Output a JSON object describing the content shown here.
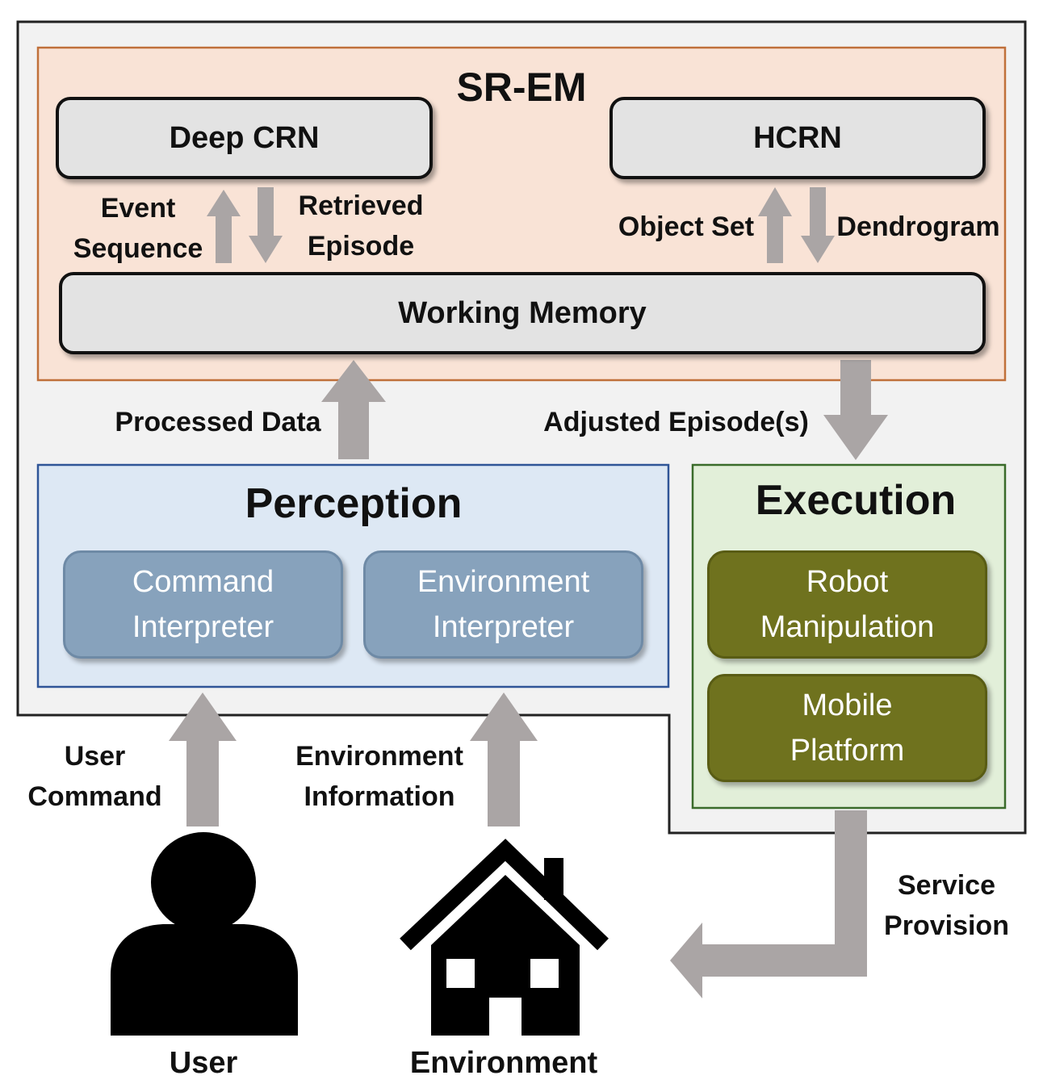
{
  "srem": {
    "title": "SR-EM",
    "deep_crn": "Deep CRN",
    "hcrn": "HCRN",
    "working_memory": "Working Memory",
    "event_sequence": [
      "Event",
      "Sequence"
    ],
    "retrieved_episode": [
      "Retrieved",
      "Episode"
    ],
    "object_set": "Object Set",
    "dendrogram": "Dendrogram"
  },
  "flows": {
    "processed_data": "Processed Data",
    "adjusted_episodes": "Adjusted Episode(s)",
    "user_command": [
      "User",
      "Command"
    ],
    "environment_information": [
      "Environment",
      "Information"
    ],
    "service_provision": [
      "Service",
      "Provision"
    ]
  },
  "perception": {
    "title": "Perception",
    "command_interpreter": [
      "Command",
      "Interpreter"
    ],
    "environment_interpreter": [
      "Environment",
      "Interpreter"
    ]
  },
  "execution": {
    "title": "Execution",
    "robot_manipulation": [
      "Robot",
      "Manipulation"
    ],
    "mobile_platform": [
      "Mobile",
      "Platform"
    ]
  },
  "actors": {
    "user": "User",
    "environment": "Environment"
  },
  "colors": {
    "srem_fill": "#f9e3d6",
    "srem_border": "#c0703a",
    "perception_fill": "#dde8f4",
    "perception_border": "#2f5597",
    "execution_fill": "#e2efd9",
    "execution_border": "#3a6b2a",
    "arrow": "#aaa5a5",
    "outer_fill": "#f2f2f2"
  }
}
